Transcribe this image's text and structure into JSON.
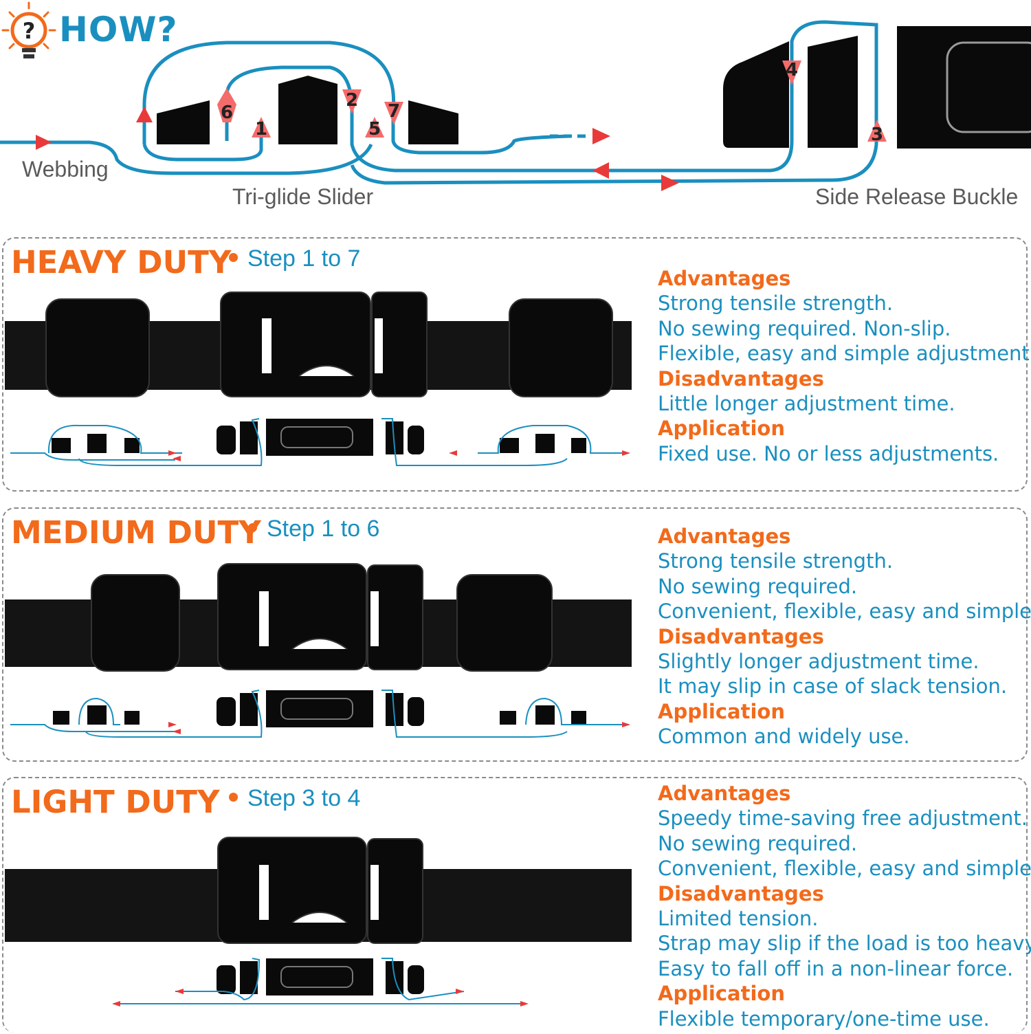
{
  "header": {
    "title": "HOW?",
    "labels": {
      "webbing": "Webbing",
      "triglide": "Tri-glide Slider",
      "buckle": "Side Release Buckle"
    },
    "steps": [
      "1",
      "2",
      "3",
      "4",
      "5",
      "6",
      "7"
    ]
  },
  "colors": {
    "orange": "#f26a1b",
    "blue": "#1a8fbf",
    "arrow_red": "#e83a3a",
    "strap": "#111111"
  },
  "panels": [
    {
      "title": "HEAVY DUTY",
      "step": "Step 1 to 7",
      "advantages_label": "Advantages",
      "advantages": [
        "Strong tensile strength.",
        "No sewing required. Non-slip.",
        "Flexible, easy and simple adjustment."
      ],
      "disadvantages_label": "Disadvantages",
      "disadvantages": [
        "Little longer adjustment time."
      ],
      "application_label": "Application",
      "application": [
        "Fixed use. No or less adjustments."
      ]
    },
    {
      "title": "MEDIUM DUTY",
      "step": "Step 1 to 6",
      "advantages_label": "Advantages",
      "advantages": [
        "Strong tensile strength.",
        "No sewing required.",
        "Convenient, flexible, easy and simple."
      ],
      "disadvantages_label": "Disadvantages",
      "disadvantages": [
        "Slightly longer adjustment time.",
        "It may slip in case of slack tension."
      ],
      "application_label": "Application",
      "application": [
        "Common and widely use."
      ]
    },
    {
      "title": "LIGHT DUTY",
      "step": "Step 3 to 4",
      "advantages_label": "Advantages",
      "advantages": [
        "Speedy time-saving free adjustment.",
        "No sewing required.",
        "Convenient, flexible, easy and simple."
      ],
      "disadvantages_label": "Disadvantages",
      "disadvantages": [
        "Limited tension.",
        "Strap may slip if the load is too heavy.",
        "Easy to fall off in a non-linear force."
      ],
      "application_label": "Application",
      "application": [
        "Flexible temporary/one-time use."
      ]
    }
  ]
}
